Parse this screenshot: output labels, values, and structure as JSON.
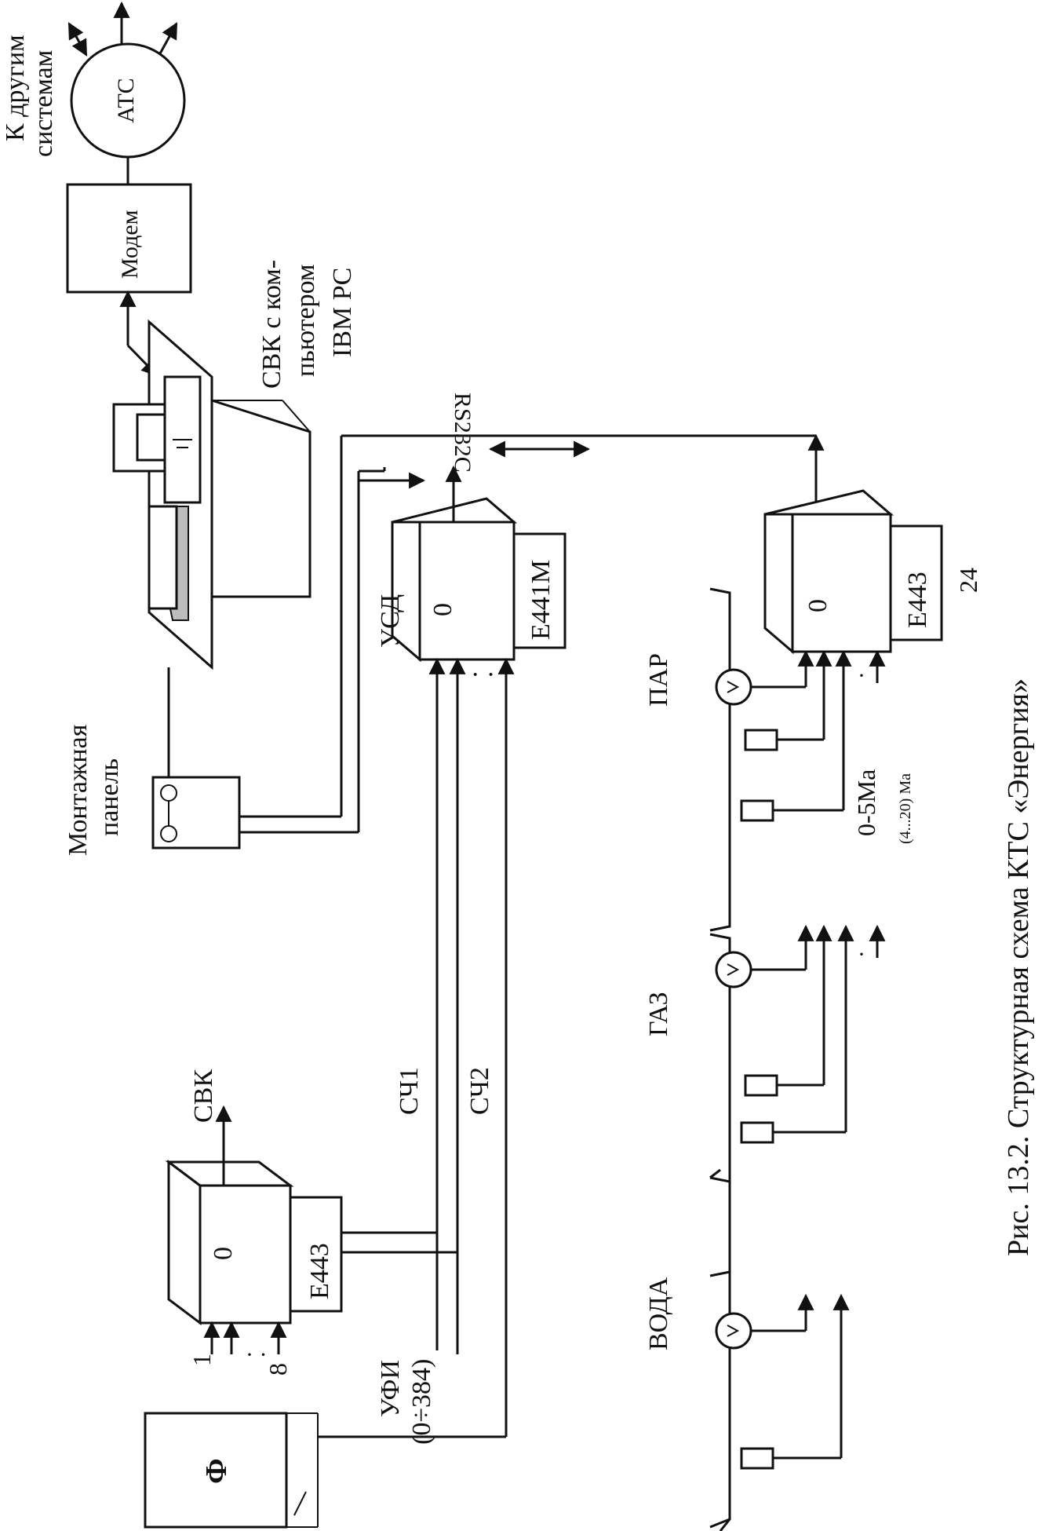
{
  "caption": "Рис. 13.2. Структурная схема КТС «Энергия»",
  "labels": {
    "to_other_systems": [
      "К другим",
      "системам"
    ],
    "ats": "АТС",
    "modem": "Модем",
    "svk_pc": [
      "СВК с ком-",
      "пьютером",
      "IBM PC"
    ],
    "rs232c": "RS232C",
    "mount_panel": [
      "Монтажная",
      "панель"
    ],
    "usd": "УСД",
    "usd_zero": "0",
    "e441m": "Е441М",
    "svk": "СВК",
    "svk_zero": "0",
    "svk_e443": "Е443",
    "svk_in_first": "1",
    "svk_in_last": "8",
    "ch1": "СЧ1",
    "ch2": "СЧ2",
    "ufi": [
      "УФИ",
      "(0÷384)"
    ],
    "phi": "Ф",
    "voda": "ВОДА",
    "gaz": "ГАЗ",
    "par": "ПАР",
    "par_zero": "0",
    "par_e443": "Е443",
    "par_24": "24",
    "current1": "0-5Ма",
    "current2": "(4...20) Ма",
    "dots": "· ·",
    "dot": "·"
  },
  "colors": {
    "ink": "#111111",
    "shade": "#bdbdbd",
    "background": "#ffffff"
  }
}
